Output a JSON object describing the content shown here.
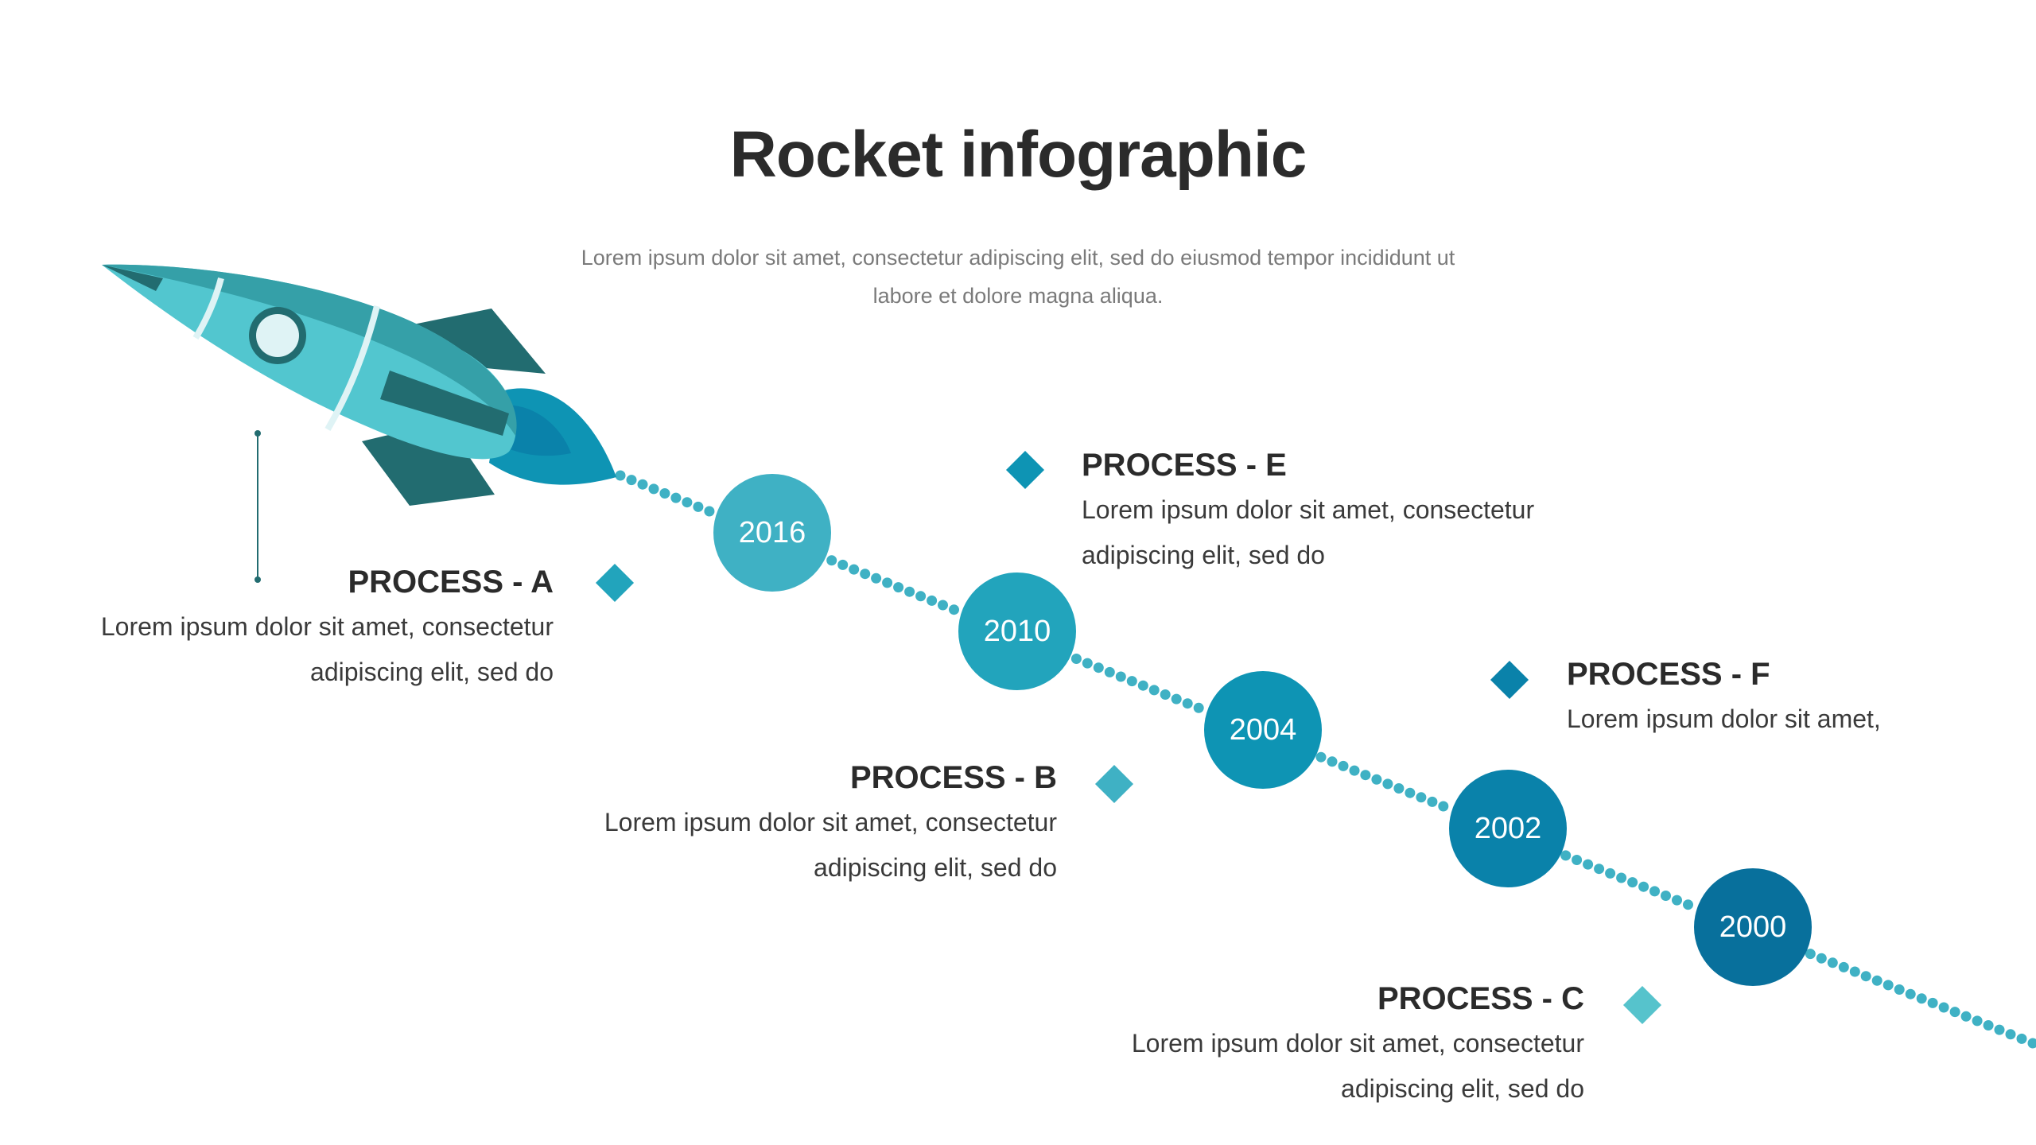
{
  "header": {
    "title": "Rocket infographic",
    "subtitle_line1": "Lorem ipsum dolor sit amet, consectetur adipiscing elit, sed do eiusmod tempor incididunt ut",
    "subtitle_line2": "labore et dolore magna aliqua."
  },
  "timeline": {
    "milestones": [
      {
        "year": "2016",
        "color": "#3fb1c4"
      },
      {
        "year": "2010",
        "color": "#22a4bc"
      },
      {
        "year": "2004",
        "color": "#0e94b4"
      },
      {
        "year": "2002",
        "color": "#0a82aa"
      },
      {
        "year": "2000",
        "color": "#08709c"
      }
    ],
    "dot_color": "#3fb1c4"
  },
  "processes": {
    "a": {
      "title": "PROCESS - A",
      "line1": "Lorem ipsum dolor sit amet, consectetur",
      "line2": "adipiscing elit, sed do",
      "color": "#22a4bc"
    },
    "b": {
      "title": "PROCESS - B",
      "line1": "Lorem ipsum dolor sit amet, consectetur",
      "line2": "adipiscing elit, sed do",
      "color": "#3fb1c4"
    },
    "c": {
      "title": "PROCESS - C",
      "line1": "Lorem ipsum dolor sit amet, consectetur",
      "line2": "adipiscing elit, sed do",
      "color": "#56c3cc"
    },
    "e": {
      "title": "PROCESS - E",
      "line1": "Lorem ipsum dolor sit amet, consectetur",
      "line2": "adipiscing elit, sed do",
      "color": "#0e94b4"
    },
    "f": {
      "title": "PROCESS - F",
      "line1": "Lorem ipsum dolor sit amet,",
      "color": "#0a82aa"
    }
  },
  "rocket": {
    "body_color": "#52c6cf",
    "shade_color": "#35a0a8",
    "fin_color": "#226c70",
    "flame_color": "#0e94b4",
    "window_color": "#dff3f5"
  }
}
